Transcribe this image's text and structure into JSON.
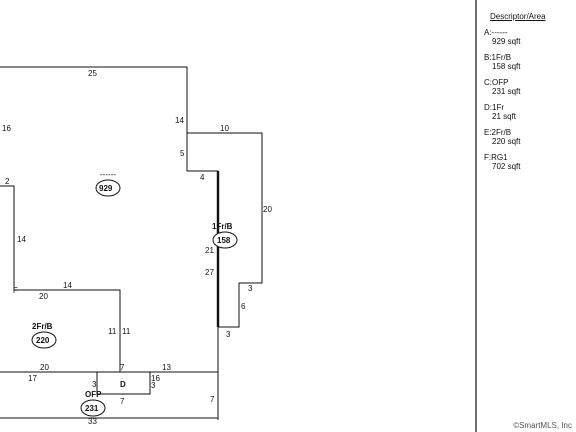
{
  "legend": {
    "title": "Descriptor/Area",
    "items": [
      {
        "code": "A:------",
        "area": "929 sqft"
      },
      {
        "code": "B:1Fr/B",
        "area": "158 sqft"
      },
      {
        "code": "C:OFP",
        "area": "231 sqft"
      },
      {
        "code": "D:1Fr",
        "area": "21 sqft"
      },
      {
        "code": "E:2Fr/B",
        "area": "220 sqft"
      },
      {
        "code": "F:RG1",
        "area": "702 sqft"
      }
    ]
  },
  "areas": {
    "a": {
      "name": "------",
      "value": "929"
    },
    "b": {
      "name": "1Fr/B",
      "value": "158"
    },
    "c": {
      "name": "OFP",
      "value": "231"
    },
    "d": {
      "name": "D"
    },
    "e": {
      "name": "2Fr/B",
      "value": "220"
    },
    "f": {
      "name": "F"
    }
  },
  "dims": {
    "d25": "25",
    "d16": "16",
    "d14a": "14",
    "d10": "10",
    "d5": "5",
    "d4": "4",
    "d2": "2",
    "d20a": "20",
    "d14b": "14",
    "d21": "21",
    "d27": "27",
    "d14c": "14",
    "d20b": "20",
    "d3a": "3",
    "d6": "6",
    "d3b": "3",
    "d11a": "11",
    "d11b": "11",
    "d20c": "20",
    "d7a": "7",
    "d13": "13",
    "d17": "17",
    "d3c": "3",
    "d16b": "16",
    "d3d": "3",
    "d7b": "7",
    "d7c": "7",
    "d33": "33"
  },
  "copyright": "©SmartMLS, Inc"
}
